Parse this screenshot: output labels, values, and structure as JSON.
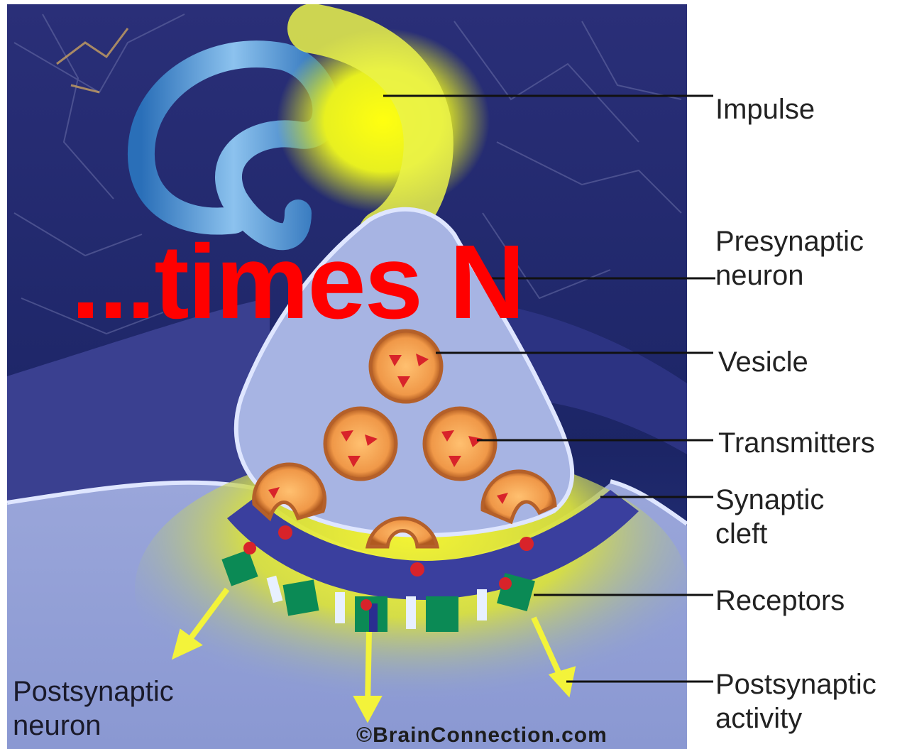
{
  "overlay_text": "...times N",
  "labels": {
    "impulse": "Impulse",
    "presynaptic_neuron": "Presynaptic\nneuron",
    "vesicle": "Vesicle",
    "transmitters": "Transmitters",
    "synaptic_cleft": "Synaptic\ncleft",
    "receptors": "Receptors",
    "postsynaptic_activity": "Postsynaptic\nactivity",
    "postsynaptic_neuron": "Postsynaptic\nneuron"
  },
  "copyright": "©BrainConnection.com",
  "colors": {
    "background": "#1f2a6e",
    "impulse_glow": "#f5f500",
    "terminal": "#a7b4e3",
    "vesicle": "#f0a050",
    "transmitter": "#d8232a",
    "receptor": "#0b8a55",
    "overlay": "#ff0000"
  }
}
